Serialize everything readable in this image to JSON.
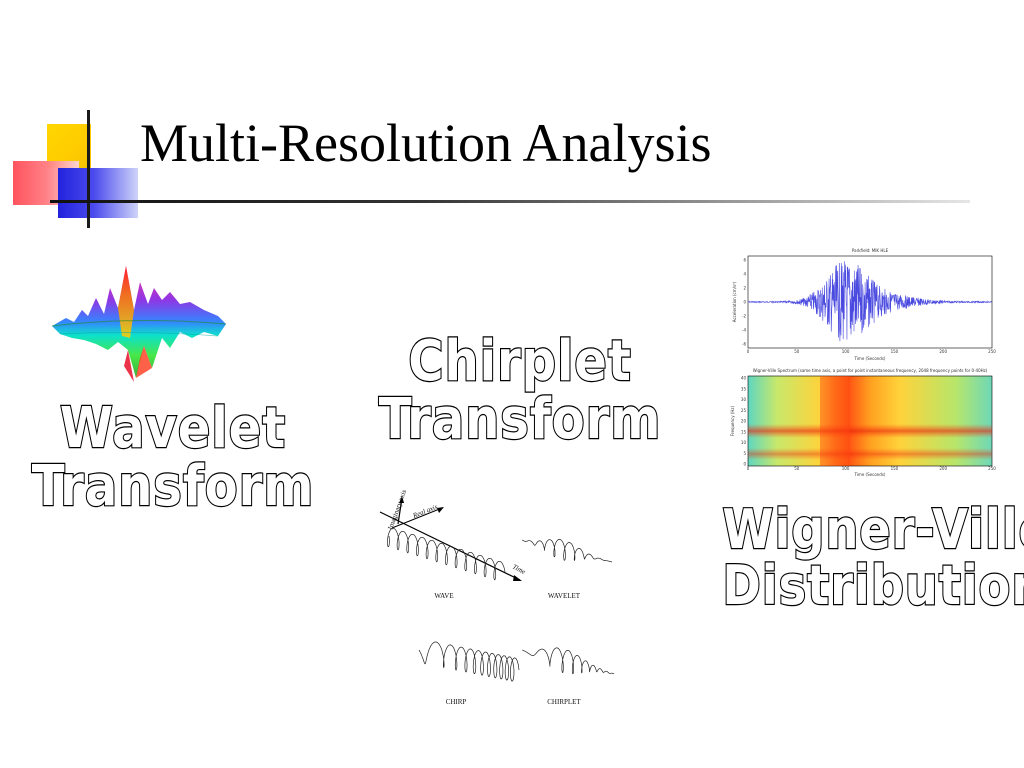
{
  "slide": {
    "title": "Multi-Resolution Analysis",
    "labels": {
      "wavelet": [
        "Wavelet",
        "Transform"
      ],
      "chirplet": [
        "Chirplet",
        "Transform"
      ],
      "wigner": [
        "Wigner-Ville",
        "Distribution"
      ]
    },
    "figure_captions": {
      "wave": "WAVE",
      "wavelet": "WAVELET",
      "chirp": "CHIRP",
      "chirplet": "CHIRPLET",
      "axis_imaginary": "Imaginary axis",
      "axis_real": "Real axis",
      "axis_time": "Time"
    },
    "signal_plot": {
      "title": "Parkfield: MIK HLE",
      "xlabel": "Time (Seconds)",
      "ylabel": "Acceleration (cm/s²)",
      "xticks": [
        "0",
        "50",
        "100",
        "150",
        "200",
        "250"
      ],
      "yticks": [
        "6",
        "4",
        "2",
        "0",
        "-2",
        "-4",
        "-6"
      ]
    },
    "wv_plot": {
      "title": "Wigner-Ville Spectrum (same time axis, a point for point instantaneous frequency, 2048 frequency points for 0-40Hz)",
      "xlabel": "Time (Seconds)",
      "ylabel": "Frequency (Hz)",
      "xticks": [
        "0",
        "50",
        "100",
        "150",
        "200",
        "250"
      ],
      "yticks": [
        "40",
        "35",
        "30",
        "25",
        "20",
        "15",
        "10",
        "5",
        "0"
      ]
    },
    "colors": {
      "square_yellow": "#ffcc00",
      "square_red": "#ff4a55",
      "square_blue": "#2222dd",
      "signal_line": "#4a4ae0"
    }
  }
}
